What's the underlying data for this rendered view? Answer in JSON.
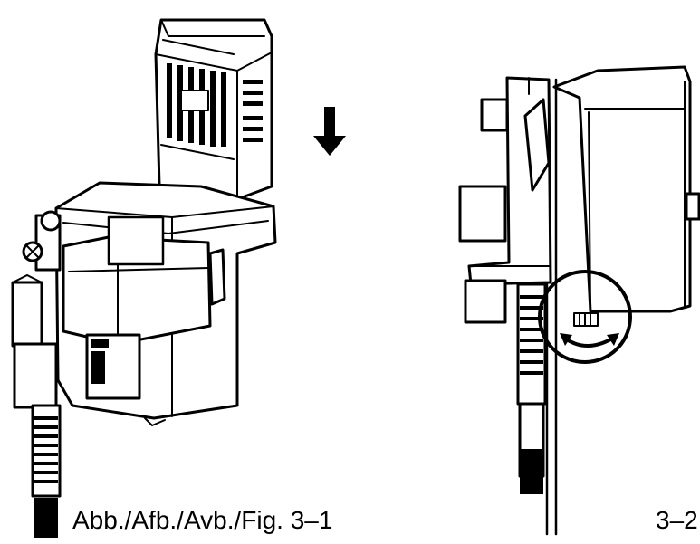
{
  "captions": {
    "figure_left": "Abb./Afb./Avb./Fig. 3–1",
    "figure_right": "3–2"
  },
  "icons": {
    "insert_direction": "down-arrow-icon",
    "adjust_direction": "rotate-arrows-icon",
    "detail_highlight": "detail-circle"
  }
}
